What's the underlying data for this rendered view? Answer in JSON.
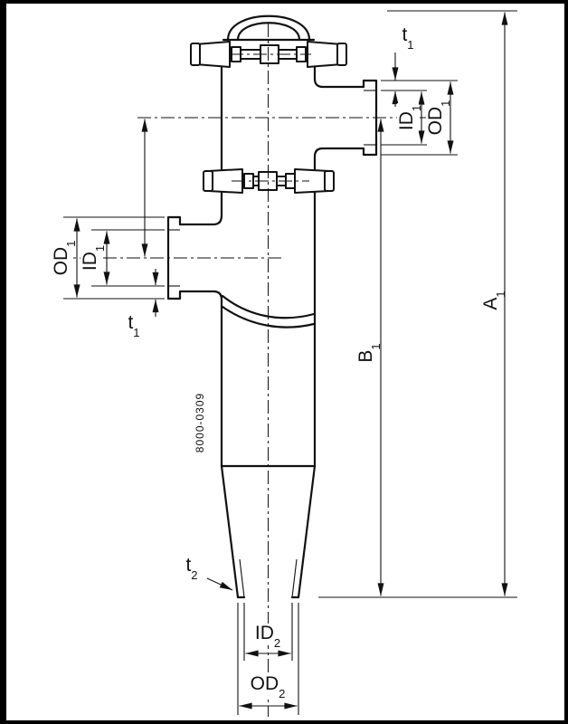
{
  "diagram": {
    "part_number": "8000-0309",
    "ink_color": "#111111",
    "background_color": "#ffffff",
    "labels": {
      "t1": {
        "text": "t",
        "sub": "1"
      },
      "t2": {
        "text": "t",
        "sub": "2"
      },
      "id1": {
        "text": "ID",
        "sub": "1"
      },
      "od1": {
        "text": "OD",
        "sub": "1"
      },
      "id2": {
        "text": "ID",
        "sub": "2"
      },
      "od2": {
        "text": "OD",
        "sub": "2"
      },
      "a1": {
        "text": "A",
        "sub": "1"
      },
      "b1": {
        "text": "B",
        "sub": "1"
      }
    }
  }
}
